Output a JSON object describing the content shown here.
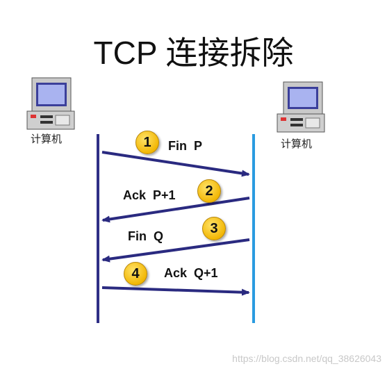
{
  "title": "TCP 连接拆除",
  "hosts": [
    {
      "label": "计算机"
    },
    {
      "label": "计算机"
    }
  ],
  "messages": [
    {
      "step": "1",
      "label": "Fin  P"
    },
    {
      "step": "2",
      "label": "Ack  P+1"
    },
    {
      "step": "3",
      "label": "Fin  Q"
    },
    {
      "step": "4",
      "label": "Ack  Q+1"
    }
  ],
  "watermark": "https://blog.csdn.net/qq_38626043",
  "colors": {
    "left_line": "#2f2f86",
    "right_line": "#2a9be0",
    "arrow": "#2a2a80",
    "badge": "#f2b705"
  }
}
